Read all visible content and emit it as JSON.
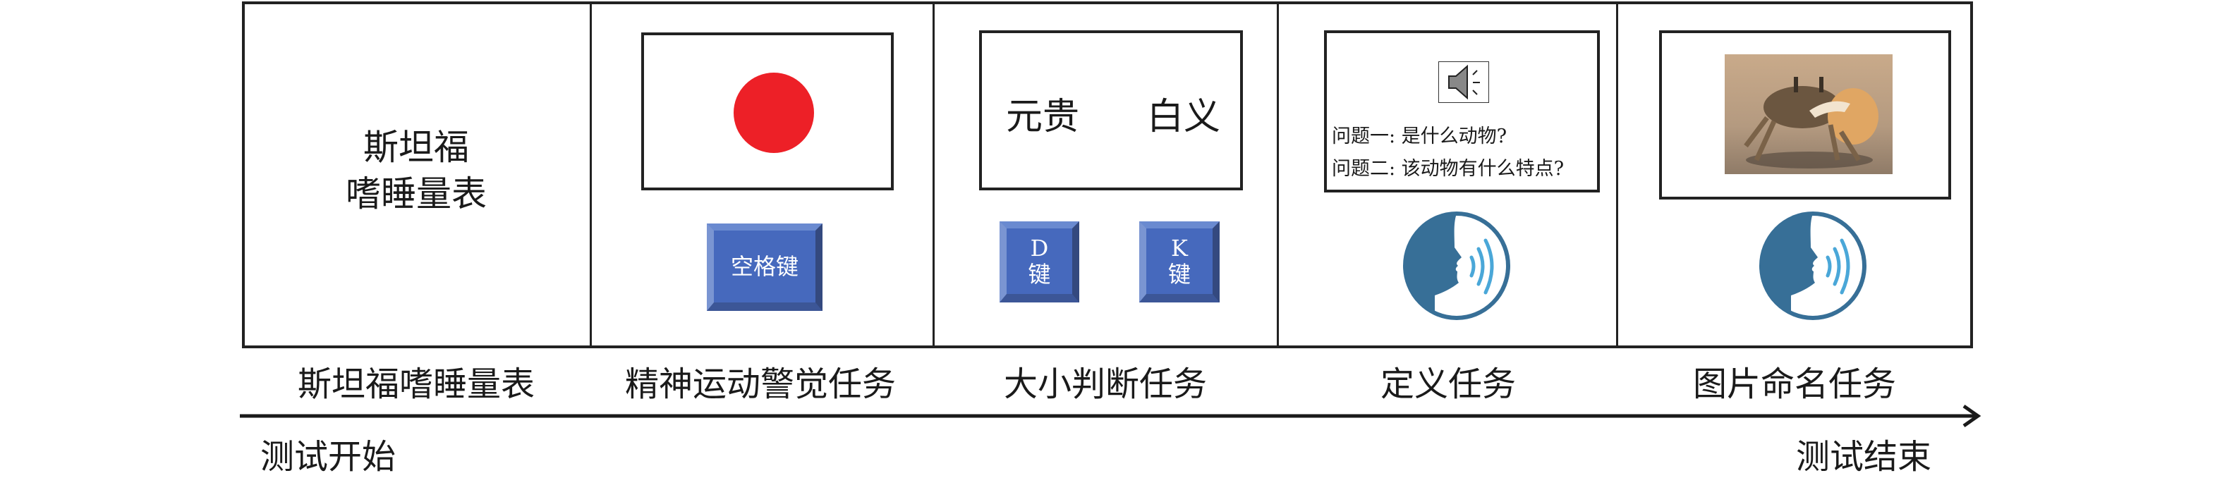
{
  "panels": [
    {
      "label": "斯坦福嗜睡量表",
      "content_lines": [
        "斯坦福",
        "嗜睡量表"
      ]
    },
    {
      "label": "精神运动警觉任务",
      "key": "空格键"
    },
    {
      "label": "大小判断任务",
      "words": [
        "元贵",
        "白义"
      ],
      "keys": [
        {
          "letter": "D",
          "suffix": "键"
        },
        {
          "letter": "K",
          "suffix": "键"
        }
      ]
    },
    {
      "label": "定义任务",
      "questions": [
        "问题一: 是什么动物?",
        "问题二: 该动物有什么特点?"
      ]
    },
    {
      "label": "图片命名任务"
    }
  ],
  "timeline": {
    "start": "测试开始",
    "end": "测试结束"
  },
  "colors": {
    "stimulus_dot": "#ed2027",
    "key_blue": "#4669bd",
    "head_blue": "#376f97",
    "wave_blue": "#4aa7d8"
  }
}
